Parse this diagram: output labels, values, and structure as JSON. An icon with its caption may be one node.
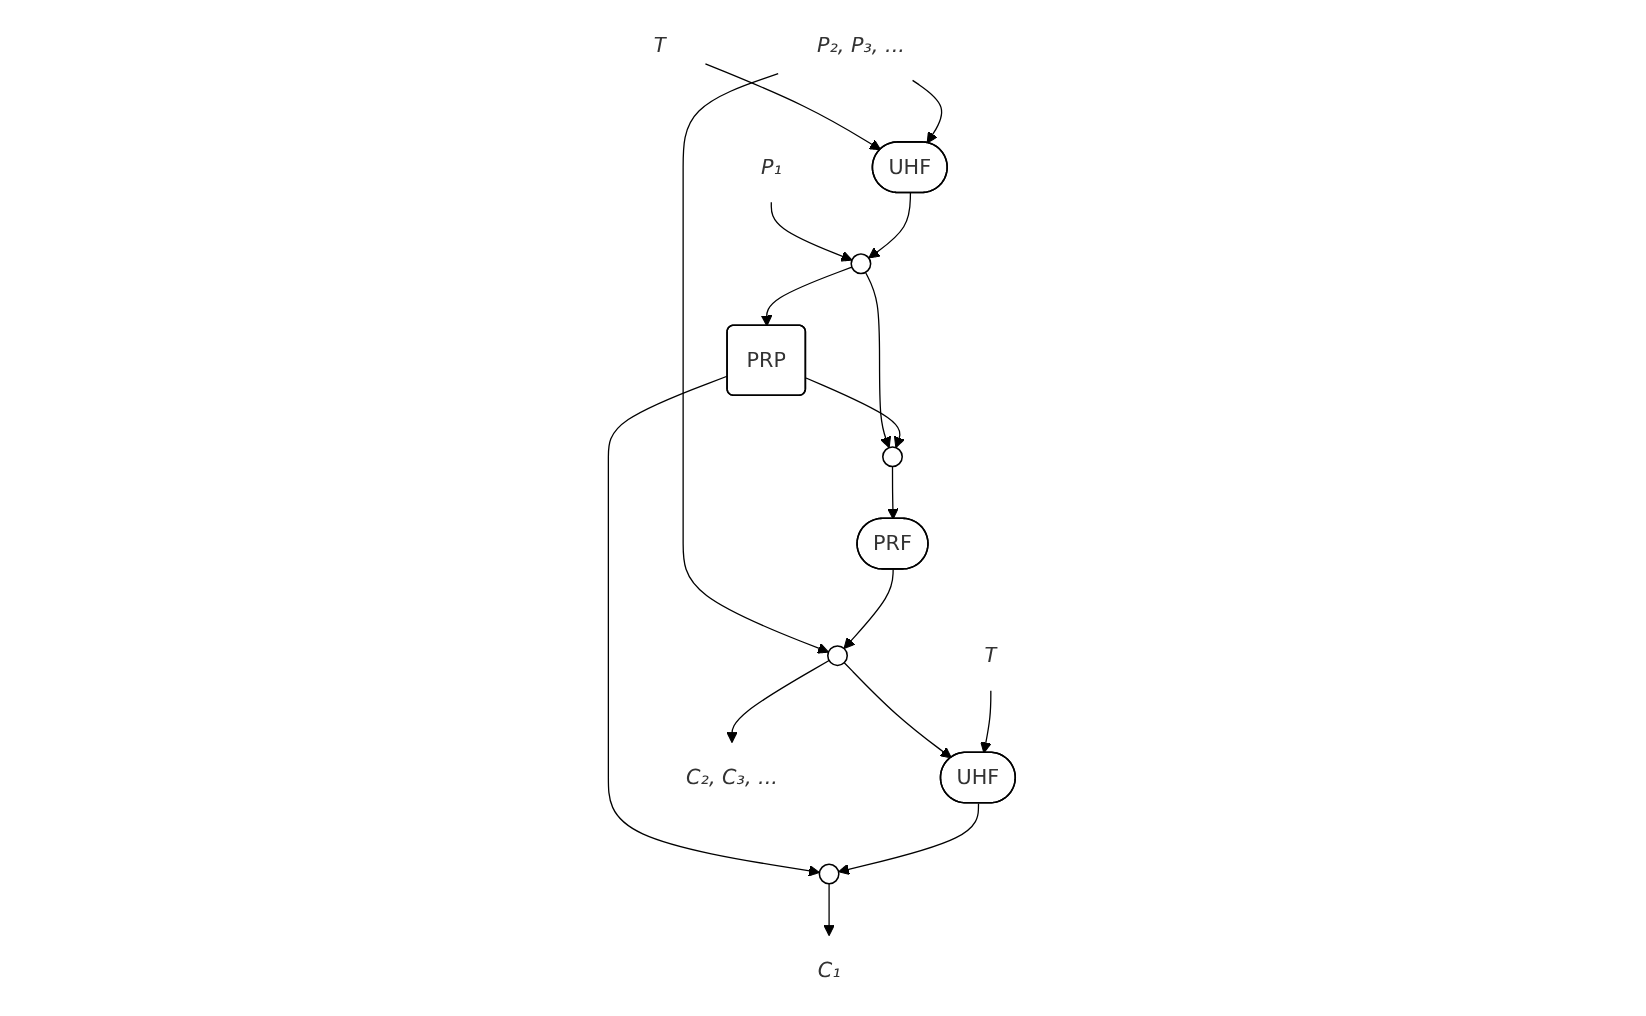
{
  "diagram": {
    "nodes": [
      {
        "text": [
          "P₁"
        ]
      },
      {
        "text": [
          "T"
        ]
      },
      {
        "text": [
          "P₂, P₃, ..."
        ]
      },
      {
        "text": [],
        "shape": "circle"
      },
      {
        "text": [
          "UHF"
        ]
      },
      {
        "text": [
          "PRP"
        ]
      },
      {
        "text": [],
        "shape": "circle"
      },
      {
        "text": [
          "PRF"
        ]
      },
      {
        "text": [],
        "shape": "circle"
      },
      {
        "text": [],
        "shape": "circle"
      },
      {
        "text": [
          "UHF"
        ]
      },
      {
        "text": [
          "C₁"
        ]
      },
      {
        "text": [
          "T"
        ]
      },
      {
        "text": [
          "C₂, C₃, ..."
        ]
      }
    ],
    "edges": [
      {
        "from": 0,
        "to": 3,
        "arrow": "to"
      },
      {
        "from": 1,
        "to": 4,
        "arrow": "to"
      },
      {
        "from": 4,
        "to": 3,
        "arrow": "to"
      },
      {
        "from": 2,
        "to": 4,
        "arrow": "to"
      },
      {
        "from": 2,
        "to": 8,
        "arrow": "to"
      },
      {
        "from": 3,
        "to": 5,
        "arrow": "to"
      },
      {
        "from": 3,
        "to": 6,
        "arrow": "to"
      },
      {
        "from": 5,
        "to": 6,
        "arrow": "to"
      },
      {
        "from": 5,
        "to": 9,
        "arrow": "to"
      },
      {
        "from": 6,
        "to": 7,
        "arrow": "to"
      },
      {
        "from": 7,
        "to": 8,
        "arrow": "to"
      },
      {
        "from": 8,
        "to": 10,
        "arrow": "to"
      },
      {
        "from": 8,
        "to": 13,
        "arrow": "to"
      },
      {
        "from": 10,
        "to": 9,
        "arrow": "to"
      },
      {
        "from": 12,
        "to": 10,
        "arrow": "to"
      },
      {
        "from": 9,
        "to": 11,
        "arrow": "to"
      }
    ]
  }
}
